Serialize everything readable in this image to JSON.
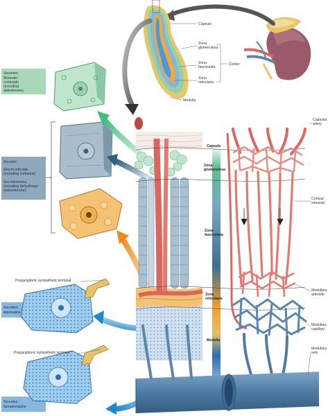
{
  "secretion_boxes": {
    "mineralocorticoids": {
      "title": "Secretes:",
      "lines": [
        "Mineralo-",
        "corticoids",
        "(including",
        "aldosterone)"
      ]
    },
    "glucocorticoids_sex": {
      "title": "Secrete:",
      "lines": [
        "Glucocorticoids",
        "(including cortisone)",
        "",
        "Sex hormones",
        "(including dehydroepi-",
        "androsterone)"
      ]
    },
    "adrenaline": {
      "title": "Secretes:",
      "lines": [
        "Adrenaline"
      ]
    },
    "noradrenaline": {
      "title": "Secretes:",
      "lines": [
        "Noradrenaline"
      ]
    }
  },
  "cortex_labels": {
    "capsule": "Capsule",
    "zona_glomerulosa": [
      "Zona",
      "glomerulosa"
    ],
    "zona_fasciculata": [
      "Zona",
      "fasciculata"
    ],
    "zona_reticularis": [
      "Zona",
      "reticularis"
    ],
    "cortex": "Cortex",
    "medulla": "Medulla"
  },
  "center_labels": {
    "capsule": "Capsule",
    "zona_glomerulosa": [
      "Zona",
      "glomerulosa"
    ],
    "zona_fasciculata": [
      "Zona",
      "fasciculata"
    ],
    "zona_reticularis": [
      "Zona",
      "reticularis"
    ],
    "medulla": "Medulla"
  },
  "vessel_labels": {
    "capsular_artery": [
      "Capsular",
      "artery"
    ],
    "cortical_sinusoid": [
      "Cortical",
      "sinusoid"
    ],
    "medullary_arteriole": [
      "Medullary",
      "arteriole"
    ],
    "medullary_capillary": [
      "Medullary",
      "capillary"
    ],
    "medullary_vein": [
      "Medullary",
      "vein"
    ]
  },
  "terminal_labels": {
    "upper": "Preganglionic sympathetic terminal",
    "lower": "Preganglionic sympathetic terminal"
  },
  "colors": {
    "artery_red": "#d9675f",
    "vein_blue": "#5b86ac",
    "glomerulosa_green": "#8fd1b0",
    "fasciculata_blue": "#9fb7c6",
    "reticularis_orange": "#f0a840",
    "medulla_blue": "#7fb2dd",
    "box_green": "#a8d8b5",
    "box_steel": "#8fa9bc",
    "box_blue": "#86b8e0"
  }
}
